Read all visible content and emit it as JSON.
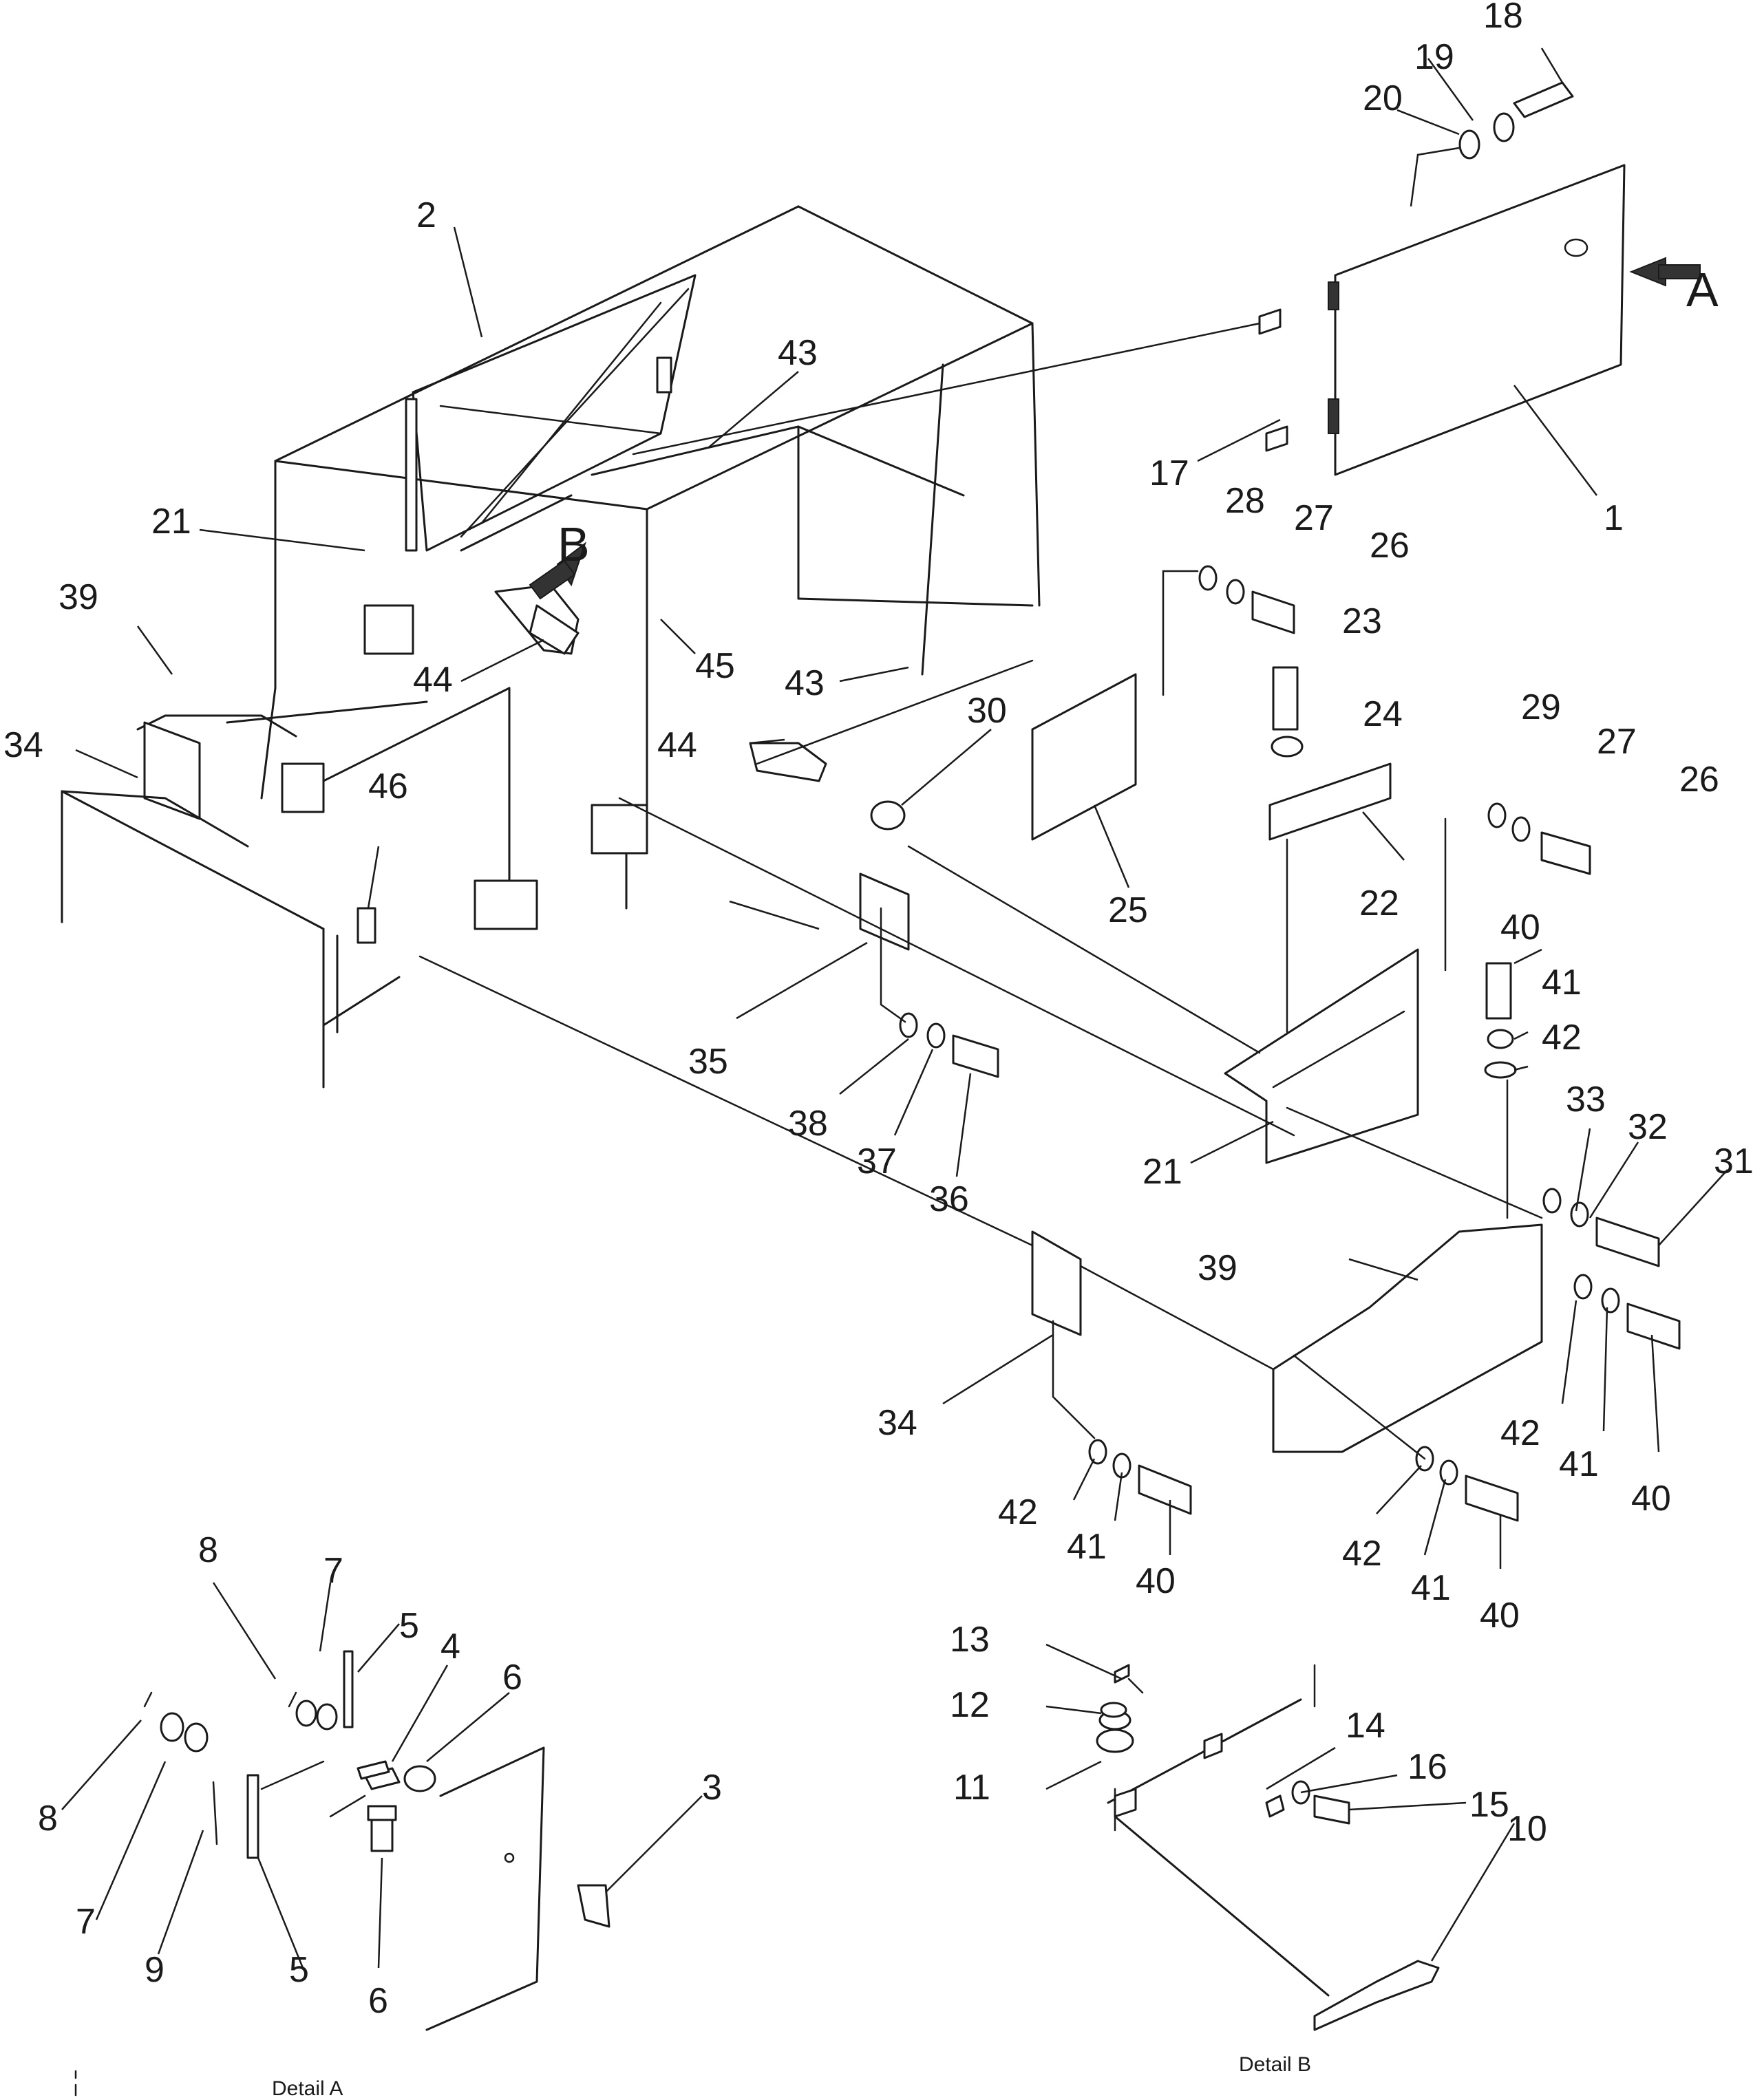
{
  "callouts": [
    {
      "id": "c18",
      "text": "18"
    },
    {
      "id": "c19",
      "text": "19"
    },
    {
      "id": "c20",
      "text": "20"
    },
    {
      "id": "c2",
      "text": "2"
    },
    {
      "id": "c43a",
      "text": "43"
    },
    {
      "id": "c17",
      "text": "17"
    },
    {
      "id": "c1",
      "text": "1"
    },
    {
      "id": "c28",
      "text": "28"
    },
    {
      "id": "c27a",
      "text": "27"
    },
    {
      "id": "c26a",
      "text": "26"
    },
    {
      "id": "c21a",
      "text": "21"
    },
    {
      "id": "c39a",
      "text": "39"
    },
    {
      "id": "c23",
      "text": "23"
    },
    {
      "id": "c44a",
      "text": "44"
    },
    {
      "id": "c45",
      "text": "45"
    },
    {
      "id": "c43b",
      "text": "43"
    },
    {
      "id": "c24",
      "text": "24"
    },
    {
      "id": "c30",
      "text": "30"
    },
    {
      "id": "c44b",
      "text": "44"
    },
    {
      "id": "c29",
      "text": "29"
    },
    {
      "id": "c27b",
      "text": "27"
    },
    {
      "id": "c26b",
      "text": "26"
    },
    {
      "id": "c34a",
      "text": "34"
    },
    {
      "id": "c46",
      "text": "46"
    },
    {
      "id": "c25",
      "text": "25"
    },
    {
      "id": "c22",
      "text": "22"
    },
    {
      "id": "c40a",
      "text": "40"
    },
    {
      "id": "c41a",
      "text": "41"
    },
    {
      "id": "c42a",
      "text": "42"
    },
    {
      "id": "c35",
      "text": "35"
    },
    {
      "id": "c38",
      "text": "38"
    },
    {
      "id": "c37",
      "text": "37"
    },
    {
      "id": "c36",
      "text": "36"
    },
    {
      "id": "c33",
      "text": "33"
    },
    {
      "id": "c32",
      "text": "32"
    },
    {
      "id": "c31",
      "text": "31"
    },
    {
      "id": "c21b",
      "text": "21"
    },
    {
      "id": "c39b",
      "text": "39"
    },
    {
      "id": "c34b",
      "text": "34"
    },
    {
      "id": "c42b",
      "text": "42"
    },
    {
      "id": "c41b",
      "text": "41"
    },
    {
      "id": "c40b",
      "text": "40"
    },
    {
      "id": "c42c",
      "text": "42"
    },
    {
      "id": "c41c",
      "text": "41"
    },
    {
      "id": "c40c",
      "text": "40"
    },
    {
      "id": "c42d",
      "text": "42"
    },
    {
      "id": "c41d",
      "text": "41"
    },
    {
      "id": "c40d",
      "text": "40"
    },
    {
      "id": "c8a",
      "text": "8"
    },
    {
      "id": "c7a",
      "text": "7"
    },
    {
      "id": "c5a",
      "text": "5"
    },
    {
      "id": "c4",
      "text": "4"
    },
    {
      "id": "c6a",
      "text": "6"
    },
    {
      "id": "c3",
      "text": "3"
    },
    {
      "id": "c8b",
      "text": "8"
    },
    {
      "id": "c7b",
      "text": "7"
    },
    {
      "id": "c9",
      "text": "9"
    },
    {
      "id": "c5b",
      "text": "5"
    },
    {
      "id": "c6b",
      "text": "6"
    },
    {
      "id": "c13",
      "text": "13"
    },
    {
      "id": "c12",
      "text": "12"
    },
    {
      "id": "c11",
      "text": "11"
    },
    {
      "id": "c14",
      "text": "14"
    },
    {
      "id": "c16",
      "text": "16"
    },
    {
      "id": "c15",
      "text": "15"
    },
    {
      "id": "c10",
      "text": "10"
    }
  ],
  "view_arrows": [
    {
      "id": "arrow-a",
      "text": "A"
    },
    {
      "id": "arrow-b",
      "text": "B"
    }
  ],
  "captions": {
    "detail_a": "Detail A",
    "detail_b": "Detail B"
  }
}
